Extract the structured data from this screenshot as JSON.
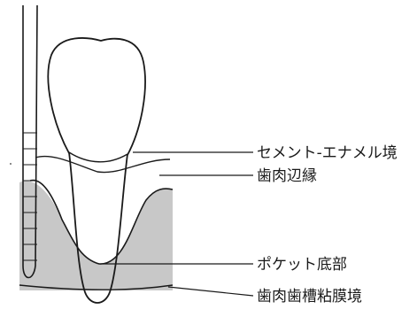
{
  "labels": {
    "cej": "セメント-エナメル境",
    "gingival_margin": "歯肉辺縁",
    "pocket_bottom": "ポケット底部",
    "mucogingival_junction": "歯肉歯槽粘膜境"
  },
  "colors": {
    "gingiva_fill": "#c8c8c8",
    "outline": "#1a1a1a"
  }
}
